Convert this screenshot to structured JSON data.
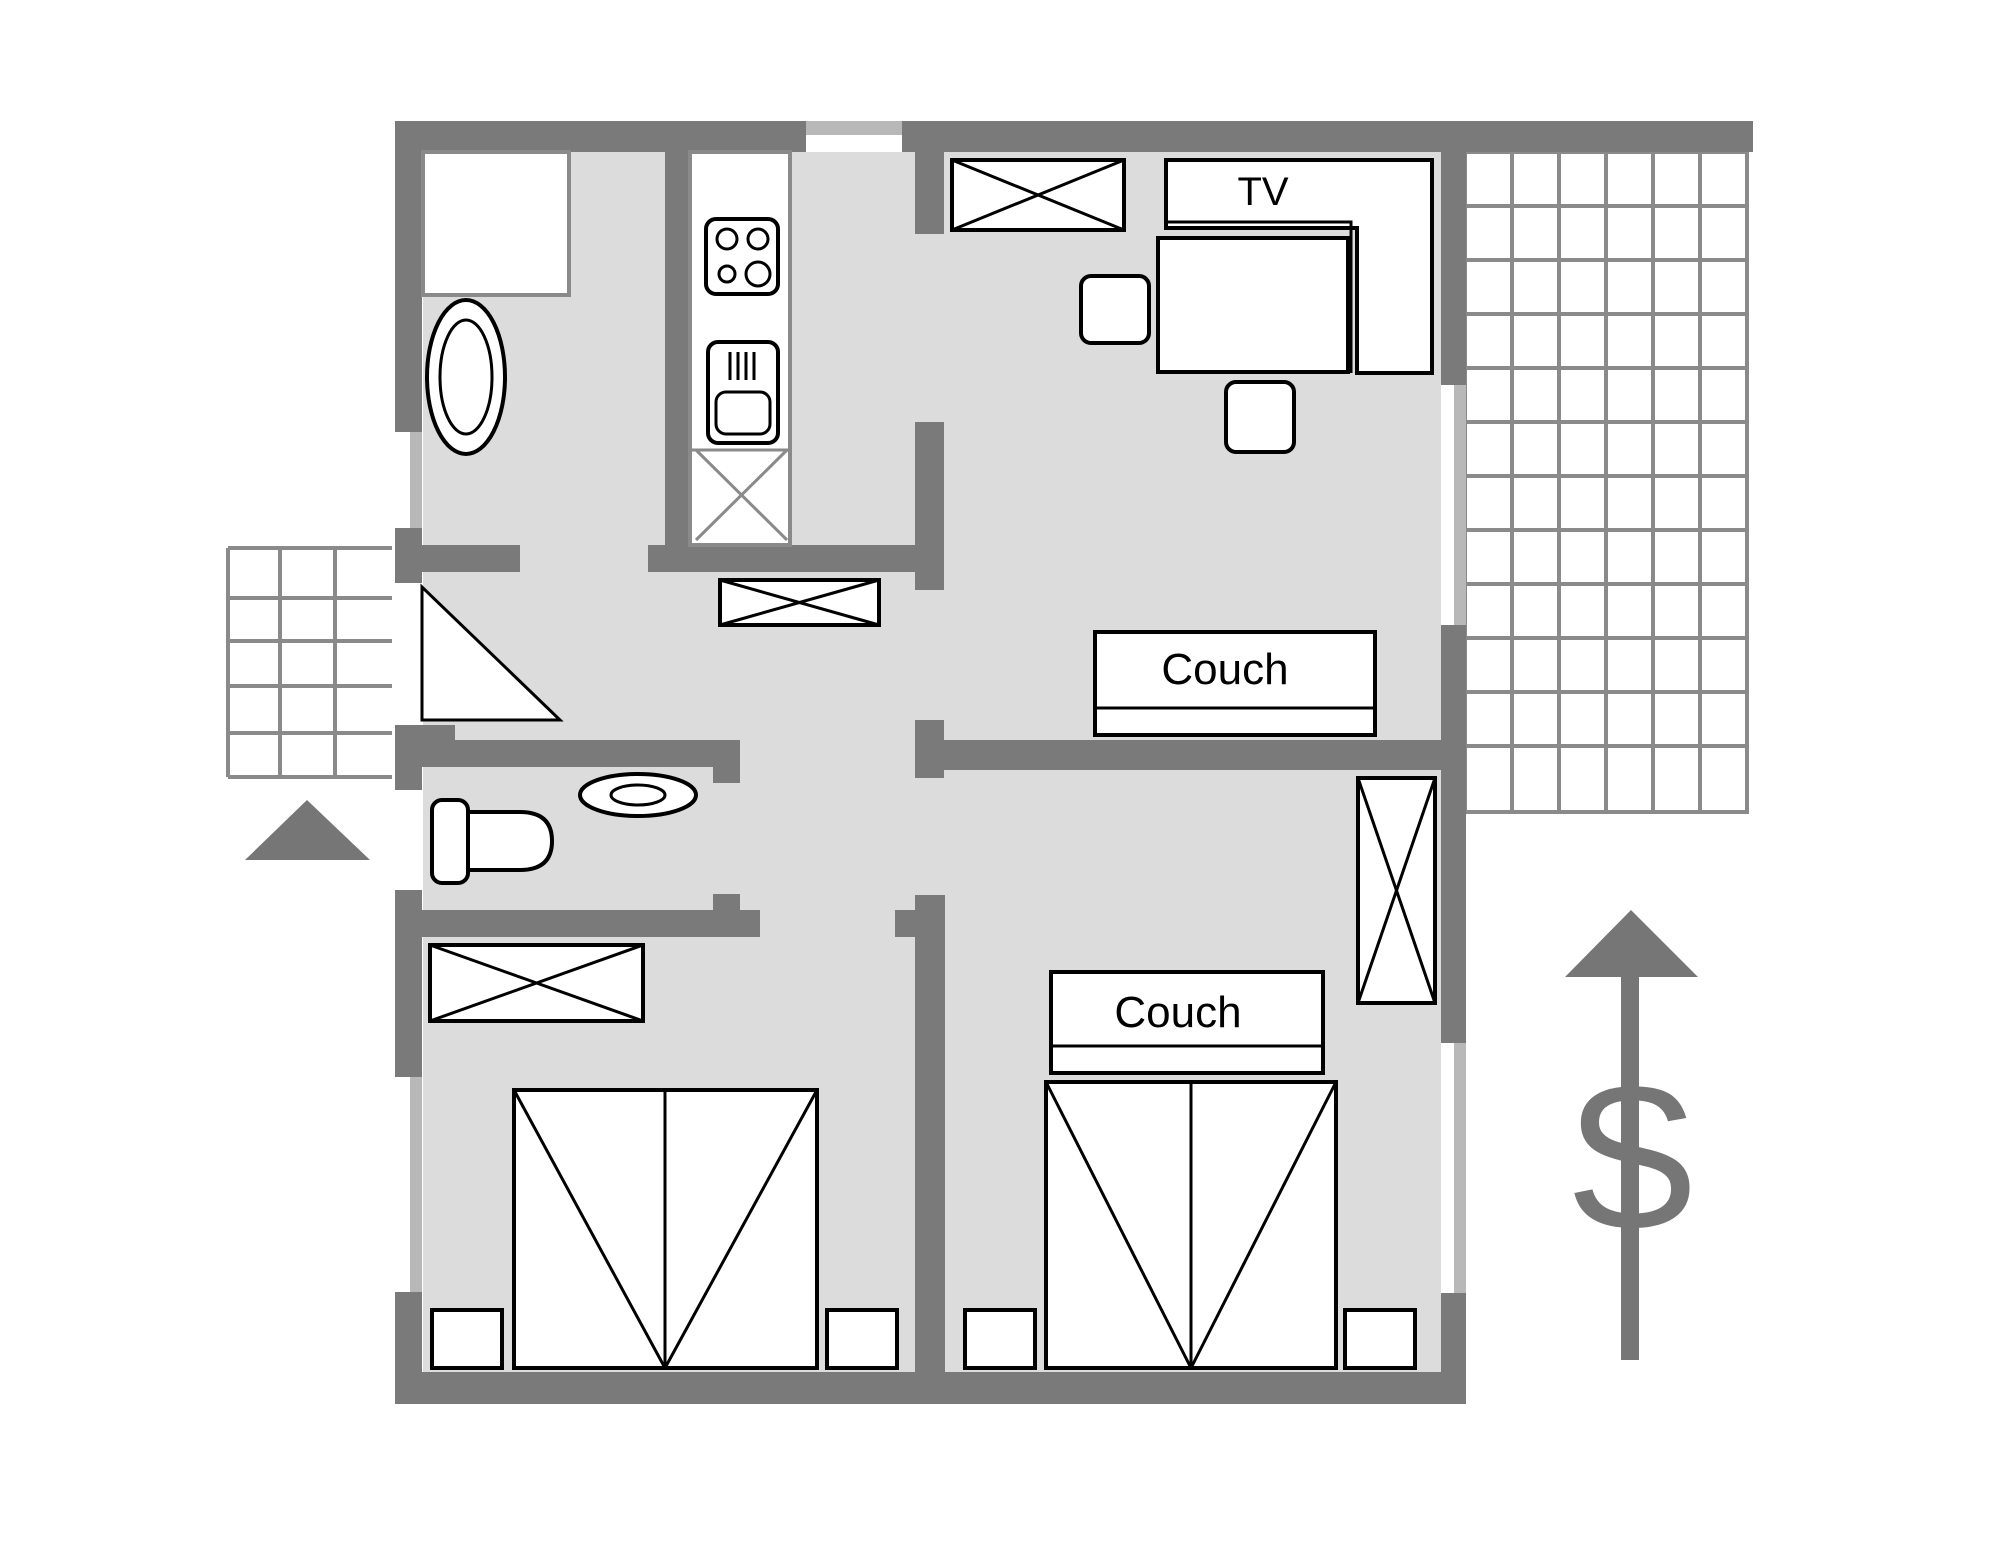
{
  "colors": {
    "wall": "#7a7a7a",
    "floor": "#dcdcdc",
    "window": "#b8b8b8",
    "furniture_fill": "#ffffff",
    "furniture_line": "#000000",
    "terrace_grid": "#8a8a8a",
    "marker": "#767676"
  },
  "labels": {
    "tv": "TV",
    "couch_living": "Couch",
    "couch_bedroom": "Couch",
    "south_symbol": "S"
  },
  "icons": {
    "entrance": "triangle-up-arrow-icon",
    "orientation": "north-arrow-icon"
  }
}
